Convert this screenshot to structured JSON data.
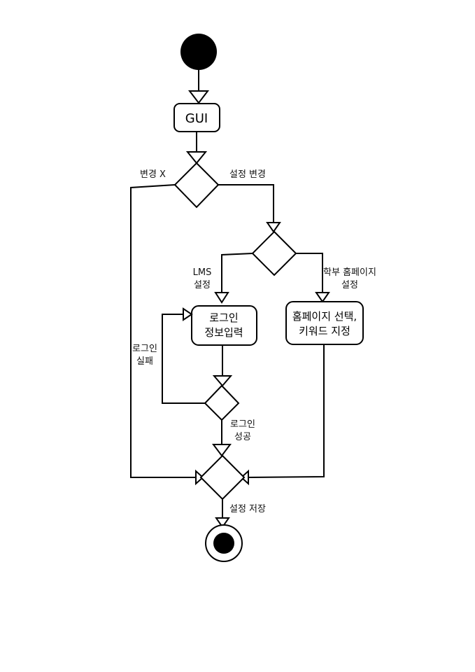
{
  "diagram": {
    "type": "activity-diagram",
    "nodes": {
      "gui": "GUI",
      "login_info_line1": "로그인",
      "login_info_line2": "정보입력",
      "homepage_line1": "홈페이지 선택,",
      "homepage_line2": "키워드 지정"
    },
    "edge_labels": {
      "no_change": "변경 X",
      "change_settings": "설정 변경",
      "lms_line1": "LMS",
      "lms_line2": "설정",
      "dept_line1": "학부 홈페이지",
      "dept_line2": "설정",
      "login_fail_line1": "로그인",
      "login_fail_line2": "실패",
      "login_success_line1": "로그인",
      "login_success_line2": "성공",
      "save_settings": "설정 저장"
    }
  }
}
